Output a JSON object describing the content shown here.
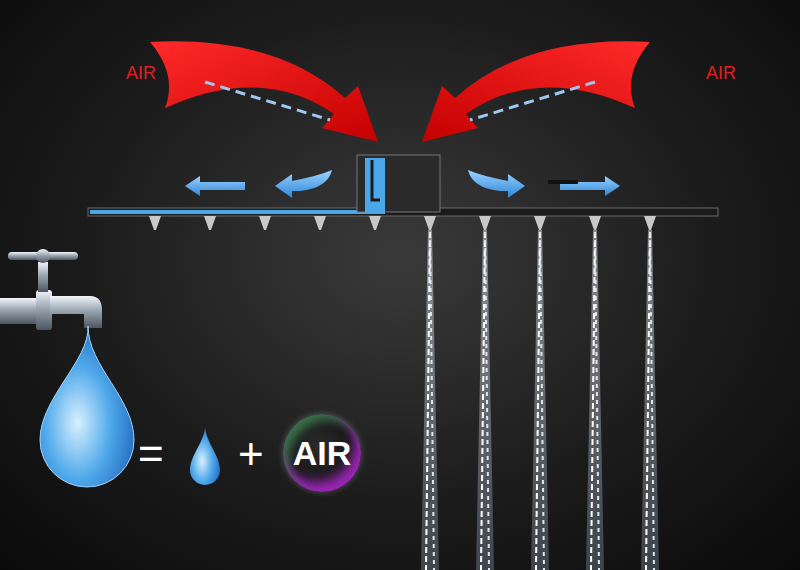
{
  "diagram": {
    "nodes": [
      {
        "text": [
          "AIR"
        ]
      }
    ],
    "labels": [
      "AIR",
      "AIR",
      "=",
      "+"
    ]
  }
}
